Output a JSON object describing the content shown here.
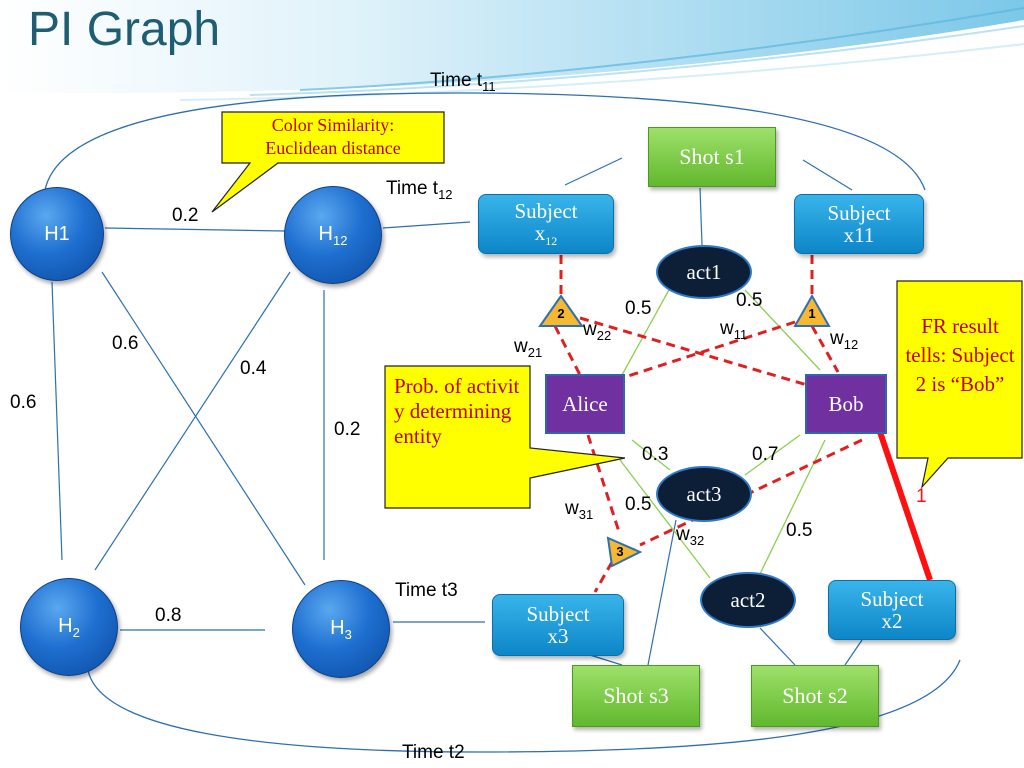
{
  "title": "PI Graph",
  "time_labels": {
    "t11_base": "Time t",
    "t11_sub": "11",
    "t12_base": "Time t",
    "t12_sub": "12",
    "t3": "Time t3",
    "t2": "Time t2"
  },
  "hnodes": {
    "h1": "H1",
    "h12_base": "H",
    "h12_sub": "12",
    "h2_base": "H",
    "h2_sub": "2",
    "h3_base": "H",
    "h3_sub": "3"
  },
  "hedge_weights": {
    "h1_h12": "0.2",
    "h1_h3": "0.6",
    "h12_h2": "0.4",
    "h1_h2": "0.6",
    "h12_h3": "0.2",
    "h2_h3": "0.8"
  },
  "subjects": {
    "x12_line1": "Subject",
    "x12_base": "x",
    "x12_sub": "12",
    "x11_line1": "Subject",
    "x11_line2": "x11",
    "x3_line1": "Subject",
    "x3_line2": "x3",
    "x2_line1": "Subject",
    "x2_line2": "x2"
  },
  "shots": {
    "s1": "Shot s1",
    "s3": "Shot s3",
    "s2": "Shot s2"
  },
  "acts": {
    "act1": "act1",
    "act3": "act3",
    "act2": "act2"
  },
  "people": {
    "alice": "Alice",
    "bob": "Bob"
  },
  "act_weights": {
    "act1_alice": "0.5",
    "act1_bob": "0.5",
    "act3_alice": "0.3",
    "act3_bob": "0.7",
    "act3_shot": "0.5",
    "act2_shot": "0.5"
  },
  "w_labels": {
    "w21_base": "w",
    "w21_sub": "21",
    "w22_base": "w",
    "w22_sub": "22",
    "w11_base": "w",
    "w11_sub": "11",
    "w12_base": "w",
    "w12_sub": "12",
    "w31_base": "w",
    "w31_sub": "31",
    "w32_base": "w",
    "w32_sub": "32"
  },
  "triangles": {
    "t1": "1",
    "t2": "2",
    "t3": "3"
  },
  "callouts": {
    "color_line1": "Color Similarity:",
    "color_line2": "Euclidean distance",
    "prob_text": "Prob. of activity determining entity",
    "fr_text": "FR result tells: Subject 2 is “Bob”"
  },
  "fr_edge_label": "1",
  "colors": {
    "title": "#1f5d73",
    "callout_fill": "#ffff00",
    "callout_text": "#c00000",
    "dashed_edge": "#e02020",
    "green_edge": "#8cd050",
    "blue_edge": "#2e6fb0"
  }
}
